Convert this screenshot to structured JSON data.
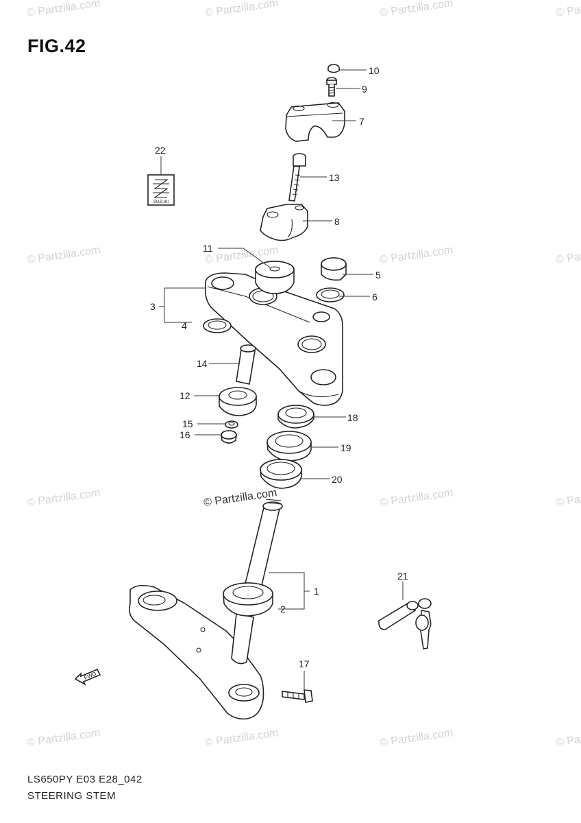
{
  "figure": {
    "title": "FIG.42",
    "code": "LS650PY E03 E28_042",
    "subtitle": "STEERING STEM"
  },
  "watermark": {
    "text": "© Partzilla.com",
    "center_text": "© Partzilla.com"
  },
  "labels": {
    "emblem": "SUZUKI",
    "fwd": "FWD"
  },
  "callouts": {
    "p1": "1",
    "p2": "2",
    "p3": "3",
    "p4": "4",
    "p5": "5",
    "p6": "6",
    "p7": "7",
    "p8": "8",
    "p9": "9",
    "p10": "10",
    "p11": "11",
    "p12": "12",
    "p13": "13",
    "p14": "14",
    "p15": "15",
    "p16": "16",
    "p17": "17",
    "p18": "18",
    "p19": "19",
    "p20": "20",
    "p21": "21",
    "p22": "22"
  }
}
